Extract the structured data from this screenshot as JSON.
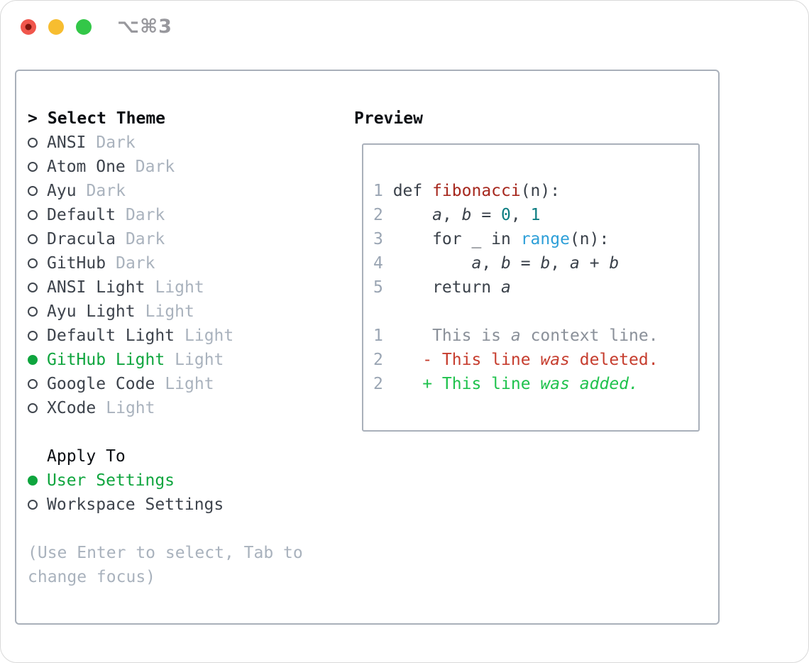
{
  "window": {
    "shortcut": "⌥⌘3"
  },
  "theme_list": {
    "header_prefix": ">",
    "header": "Select Theme",
    "items": [
      {
        "name": "ANSI",
        "tag": "Dark",
        "selected": false
      },
      {
        "name": "Atom One",
        "tag": "Dark",
        "selected": false
      },
      {
        "name": "Ayu",
        "tag": "Dark",
        "selected": false
      },
      {
        "name": "Default",
        "tag": "Dark",
        "selected": false
      },
      {
        "name": "Dracula",
        "tag": "Dark",
        "selected": false
      },
      {
        "name": "GitHub",
        "tag": "Dark",
        "selected": false
      },
      {
        "name": "ANSI Light",
        "tag": "Light",
        "selected": false
      },
      {
        "name": "Ayu Light",
        "tag": "Light",
        "selected": false
      },
      {
        "name": "Default Light",
        "tag": "Light",
        "selected": false
      },
      {
        "name": "GitHub Light",
        "tag": "Light",
        "selected": true
      },
      {
        "name": "Google Code",
        "tag": "Light",
        "selected": false
      },
      {
        "name": "XCode",
        "tag": "Light",
        "selected": false
      }
    ]
  },
  "apply_to": {
    "header": "Apply To",
    "options": [
      {
        "name": "User Settings",
        "selected": true
      },
      {
        "name": "Workspace Settings",
        "selected": false
      }
    ]
  },
  "hint_lines": [
    "(Use Enter to select, Tab to",
    "change focus)"
  ],
  "preview": {
    "title": "Preview",
    "lines": [
      {
        "num": "1",
        "segments": [
          {
            "text": "def ",
            "style": "plain"
          },
          {
            "text": "fibonacci",
            "style": "func"
          },
          {
            "text": "(n):",
            "style": "plain"
          }
        ]
      },
      {
        "num": "2",
        "segments": [
          {
            "text": "    ",
            "style": "plain"
          },
          {
            "text": "a",
            "style": "var"
          },
          {
            "text": ", ",
            "style": "plain"
          },
          {
            "text": "b",
            "style": "var"
          },
          {
            "text": " = ",
            "style": "plain"
          },
          {
            "text": "0",
            "style": "number"
          },
          {
            "text": ", ",
            "style": "plain"
          },
          {
            "text": "1",
            "style": "number"
          }
        ]
      },
      {
        "num": "3",
        "segments": [
          {
            "text": "    for _ in ",
            "style": "plain"
          },
          {
            "text": "range",
            "style": "builtin"
          },
          {
            "text": "(n):",
            "style": "plain"
          }
        ]
      },
      {
        "num": "4",
        "segments": [
          {
            "text": "        ",
            "style": "plain"
          },
          {
            "text": "a",
            "style": "var"
          },
          {
            "text": ", ",
            "style": "plain"
          },
          {
            "text": "b",
            "style": "var"
          },
          {
            "text": " = ",
            "style": "plain"
          },
          {
            "text": "b",
            "style": "var"
          },
          {
            "text": ", ",
            "style": "plain"
          },
          {
            "text": "a",
            "style": "var"
          },
          {
            "text": " + ",
            "style": "plain"
          },
          {
            "text": "b",
            "style": "var"
          }
        ]
      },
      {
        "num": "5",
        "segments": [
          {
            "text": "    return ",
            "style": "plain"
          },
          {
            "text": "a",
            "style": "var"
          }
        ]
      },
      {
        "num": "",
        "segments": []
      },
      {
        "num": "1",
        "segments": [
          {
            "text": "    This is ",
            "style": "context"
          },
          {
            "text": "a",
            "style": "context_em"
          },
          {
            "text": " context line.",
            "style": "context"
          }
        ]
      },
      {
        "num": "2",
        "segments": [
          {
            "text": "   - This line ",
            "style": "del"
          },
          {
            "text": "was",
            "style": "del_em"
          },
          {
            "text": " deleted.",
            "style": "del"
          }
        ]
      },
      {
        "num": "2",
        "segments": [
          {
            "text": "   + This line ",
            "style": "add"
          },
          {
            "text": "was added.",
            "style": "add_em"
          }
        ]
      }
    ]
  },
  "colors": {
    "window_bg": "#ffffff",
    "border_gray": "#a9b0ba",
    "heading_black": "#0b0e13",
    "list_text": "#3d434c",
    "muted_gray": "#a9b2bd",
    "radio_ring": "#41474f",
    "accent_green": "#0fa53e",
    "added_green": "#1fc24d",
    "deleted_red": "#c63d2e",
    "func_red": "#a6281e",
    "number_teal": "#0d7d82",
    "builtin_blue": "#2d9fd8",
    "code_text": "#3a414a",
    "line_number_gray": "#9aa5b3",
    "context_gray": "#8a9099",
    "shortcut_gray": "#98989d",
    "traffic_red": "#f0564c",
    "traffic_red_dot": "#7f150e",
    "traffic_yellow": "#f7bd30",
    "traffic_green": "#33c748"
  }
}
